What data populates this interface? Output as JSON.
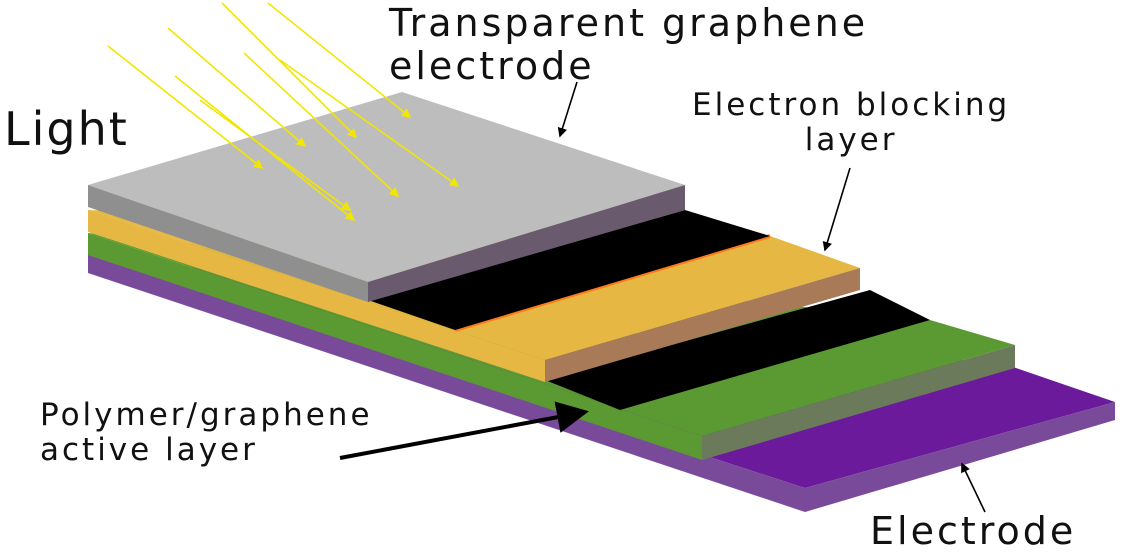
{
  "labels": {
    "light": "Light",
    "transparent_electrode": [
      "Transparent graphene",
      "electrode"
    ],
    "electron_blocking": [
      "Electron blocking",
      "layer"
    ],
    "active_layer": [
      "Polymer/graphene",
      "active layer"
    ],
    "bottom_electrode": "Electrode"
  },
  "colors": {
    "graphene_top": "#bdbdbd",
    "graphene_front": "#8f8f8f",
    "graphene_side": "#6a5a6e",
    "electron_blocking_top": "#e6b743",
    "electron_blocking_side": "#a87a58",
    "active_top": "#5b9a32",
    "active_side": "#6a7a5a",
    "electrode_top": "#6a1a9a",
    "electrode_side": "#7a4a9a",
    "black_strip": "#000000",
    "light_rays": "#f2e600"
  }
}
